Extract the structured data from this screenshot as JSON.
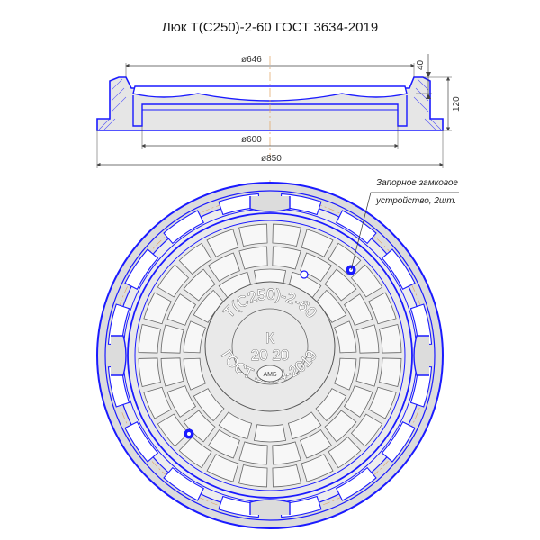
{
  "title": "Люк Т(С250)-2-60 ГОСТ 3634-2019",
  "dimensions": {
    "d646": "ø646",
    "d600": "ø600",
    "d850": "ø850",
    "h40": "40",
    "h120": "120"
  },
  "annotation": {
    "line1": "Запорное замковое",
    "line2": "устройство, 2шт."
  },
  "marking": {
    "top_arc": "Т(С250)-2-60",
    "letter": "К",
    "year": "20 20",
    "bottom_arc": "ГОСТ 3634-2019",
    "logo": "АМБ"
  },
  "colors": {
    "outline": "#1a1aff",
    "body": "#d8d8d8",
    "dim": "#444444",
    "axis": "#e0a060"
  }
}
